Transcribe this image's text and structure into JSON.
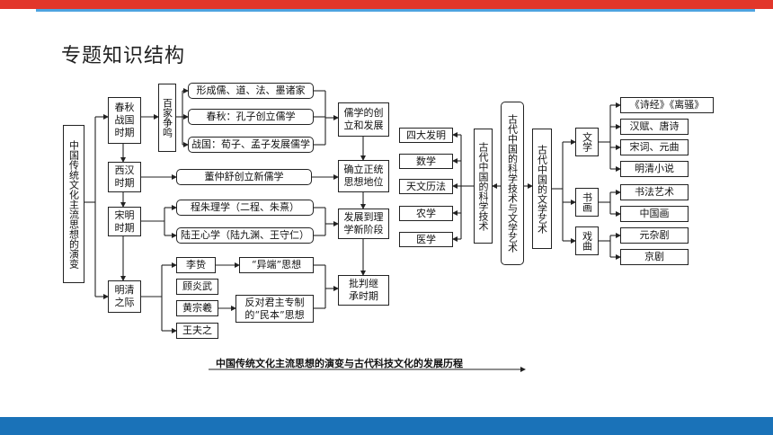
{
  "page": {
    "title": "专题知识结构"
  },
  "diagram": {
    "root": "中国传统文化主流思想的演变",
    "periods": {
      "chunqiu": "春秋战国时期",
      "xihan": "西汉时期",
      "songming": "宋明时期",
      "mingqing": "明清之际"
    },
    "baijia": "百家争鸣",
    "details": {
      "d1": "形成儒、道、法、墨诸家",
      "d2": "春秋：孔子创立儒学",
      "d3": "战国：荀子、孟子发展儒学",
      "d4": "董仲舒创立新儒学",
      "d5": "程朱理学（二程、朱熹）",
      "d6": "陆王心学（陆九渊、王守仁）",
      "lizhi": "李贽",
      "yiduan": "“异端”思想",
      "gu": "顾炎武",
      "huang": "黄宗羲",
      "wang": "王夫之",
      "minben": "反对君主专制的“民本”思想"
    },
    "stages": {
      "s1": "儒学的创立和发展",
      "s2": "确立正统思想地位",
      "s3": "发展到理学新阶段",
      "s4": "批判继承时期"
    },
    "science": {
      "hub": "古代中国的科学技术",
      "items": [
        "四大发明",
        "数学",
        "天文历法",
        "农学",
        "医学"
      ]
    },
    "center": "古代中国的科学技术与文学艺术",
    "arts": {
      "hub": "古代中国的文学艺术",
      "wenxue": "文学",
      "shuhua": "书画",
      "xiqu": "戏曲",
      "wenxue_items": [
        "《诗经》《离骚》",
        "汉赋、唐诗",
        "宋词、元曲",
        "明清小说"
      ],
      "shuhua_items": [
        "书法艺术",
        "中国画"
      ],
      "xiqu_items": [
        "元杂剧",
        "京剧"
      ]
    },
    "caption": "中国传统文化主流思想的演变与古代科技文化的发展历程"
  }
}
